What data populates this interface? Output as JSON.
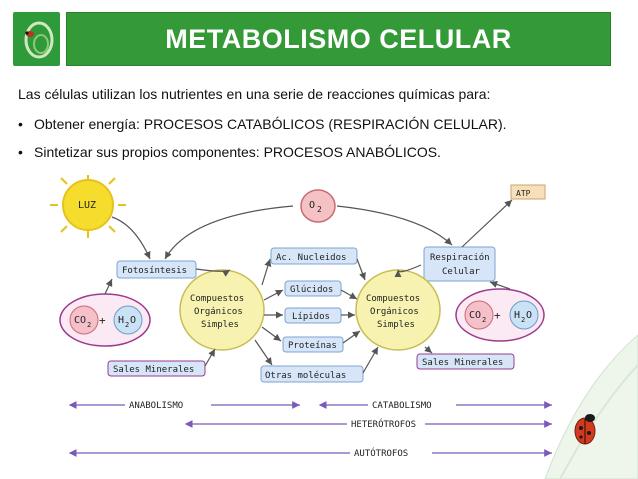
{
  "title": "METABOLISMO CELULAR",
  "intro": "Las células utilizan los nutrientes en una serie de reacciones químicas para:",
  "bullets": [
    {
      "bullet": "•",
      "text": "Obtener energía: PROCESOS CATABÓLICOS (RESPIRACIÓN CELULAR)."
    },
    {
      "bullet": "•",
      "text": "Sintetizar sus propios componentes: PROCESOS ANABÓLICOS."
    }
  ],
  "diagram": {
    "luz": "LUZ",
    "o2": "O",
    "o2_sub": "2",
    "atp": "ATP",
    "fotosintesis": "Fotosíntesis",
    "respiracion_line1": "Respiración",
    "respiracion_line2": "Celular",
    "left_compound": [
      "Compuestos",
      "Orgánicos",
      "Simples"
    ],
    "right_compound": [
      "Compuestos",
      "Orgánicos",
      "Simples"
    ],
    "middle": [
      "Ac. Nucleidos",
      "Glúcidos",
      "Lípidos",
      "Proteínas",
      "Otras moléculas"
    ],
    "co2": "CO",
    "co2_sub": "2",
    "h2o_h": "H",
    "h2o_sub": "2",
    "h2o_o": "O",
    "plus": "+",
    "sales_left": "Sales Minerales",
    "sales_right": "Sales Minerales",
    "anabolismo": "ANABOLISMO",
    "catabolismo": "CATABOLISMO",
    "heterotrofos": "HETERÓTROFOS",
    "autotrofos": "AUTÓTROFOS"
  },
  "colors": {
    "title_bg": "#339a37",
    "box_blue": "#d6e6f8",
    "circle_yellow": "#f7f2b0",
    "sun": "#f5dc2d",
    "pink_oval": "#9a3b8c",
    "arrow_purple": "#7a5ab8"
  }
}
